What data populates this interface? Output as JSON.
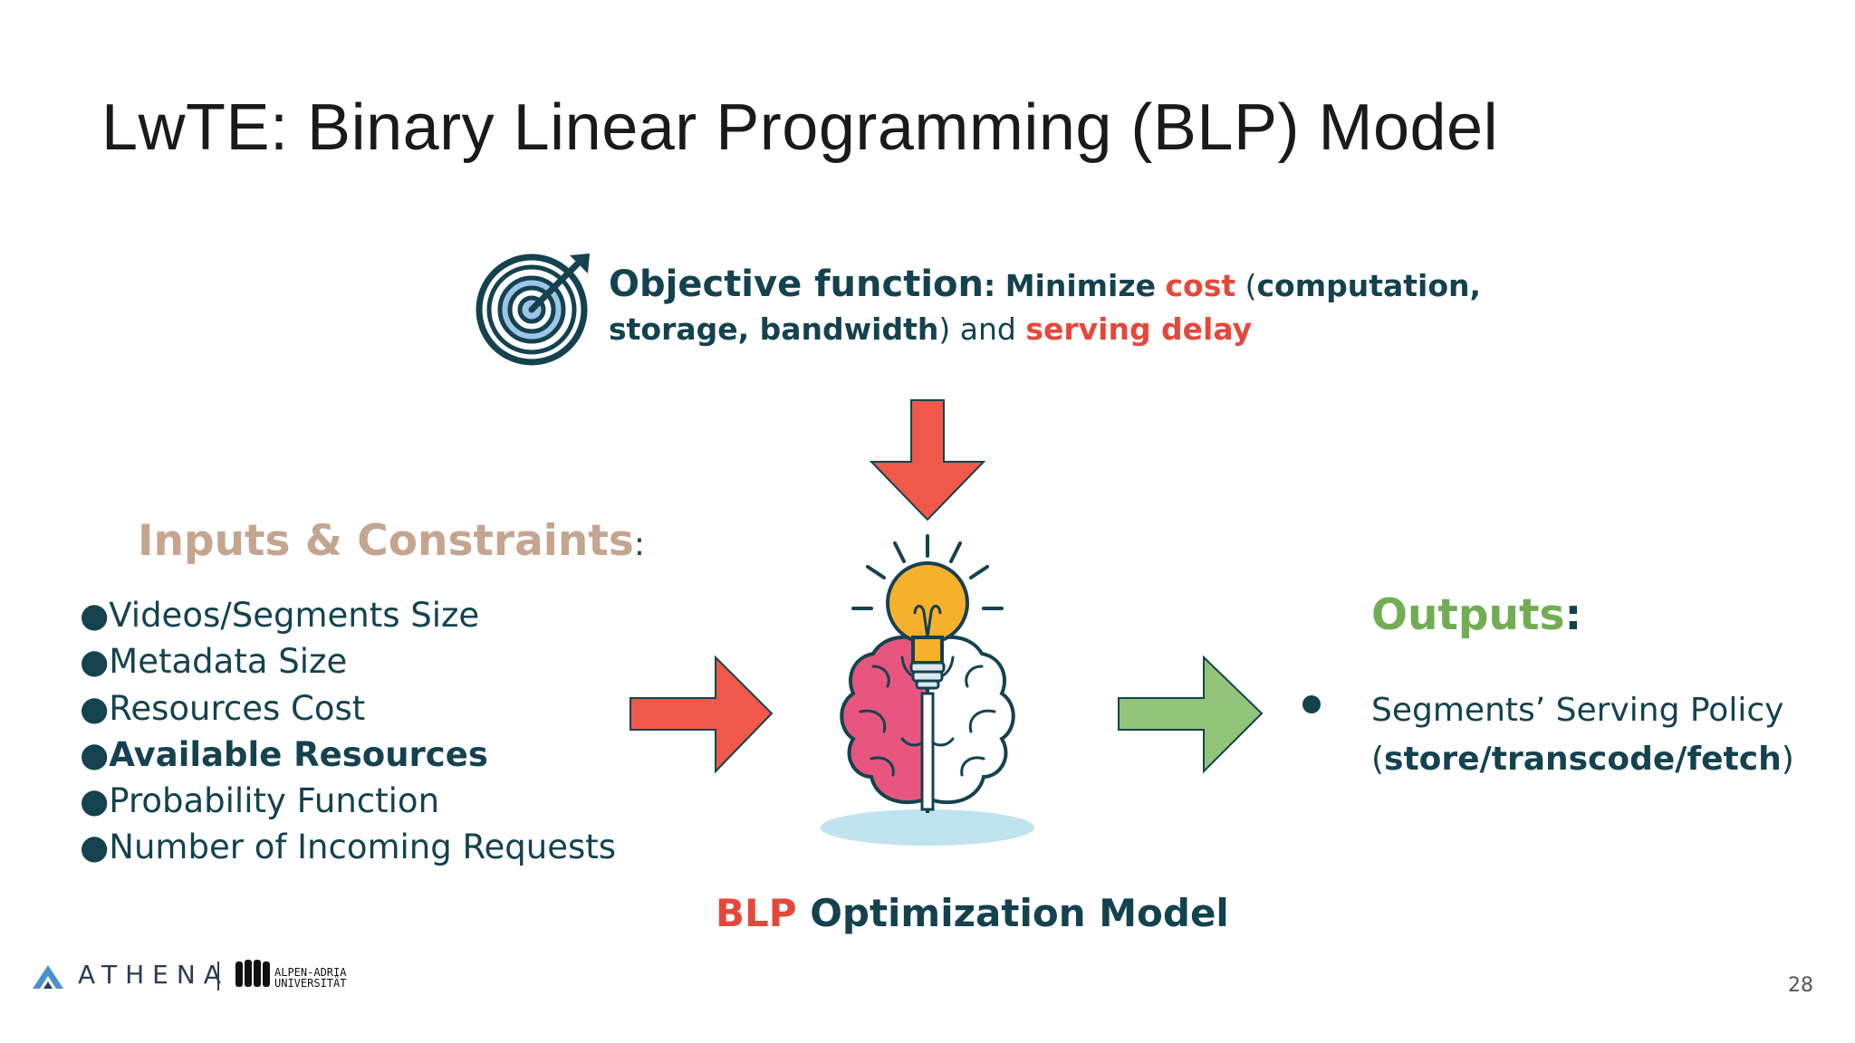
{
  "slide": {
    "title": "LwTE: Binary Linear Programming (BLP) Model",
    "page_number": "28"
  },
  "objective": {
    "label": "Objective function",
    "colon": ":",
    "minimize": "Minimize",
    "cost": "cost",
    "paren_open": "(",
    "cost_items": "computation, storage, bandwidth",
    "paren_close": ")",
    "and": "and",
    "delay": "serving delay",
    "icon": "target-icon"
  },
  "inputs": {
    "heading": "Inputs & Constraints",
    "colon": ":",
    "items": [
      "Videos/Segments Size",
      "Metadata Size",
      "Resources Cost",
      "Available Resources",
      "Probability Function",
      "Number of Incoming Requests"
    ]
  },
  "outputs": {
    "heading": "Outputs",
    "colon": ":",
    "line1": "Segments’ Serving  Policy",
    "line2_open": "(",
    "line2_bold": "store/transcode/fetch",
    "line2_close": ")"
  },
  "model": {
    "caption_red": "BLP",
    "caption_rest": "Optimization Model",
    "icon": "brain-lightbulb-icon"
  },
  "footer": {
    "logo_text": "ATHENA",
    "uni_line1": "ALPEN-ADRIA",
    "uni_line2": "UNIVERSITÄT"
  },
  "colors": {
    "dark_teal": "#14424f",
    "red": "#e5483b",
    "green": "#72ad54",
    "tan": "#c4a58f"
  }
}
